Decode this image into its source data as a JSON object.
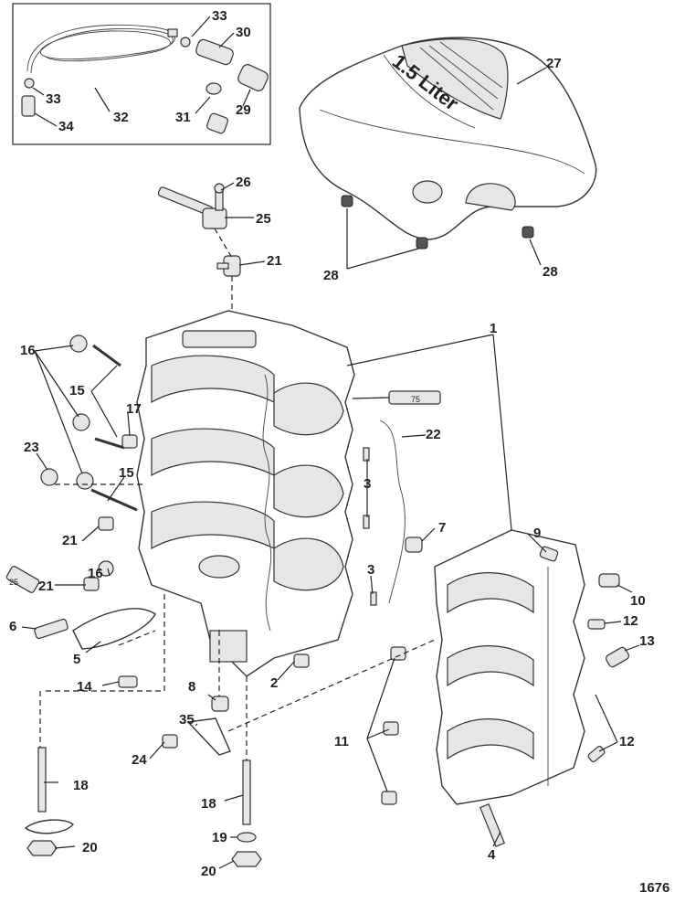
{
  "figure_id": "1676",
  "cover_text": "1.5 Liter",
  "tube_text": "75",
  "tube_text_2": "25",
  "callouts": [
    {
      "key": "c33a",
      "text": "33"
    },
    {
      "key": "c30",
      "text": "30"
    },
    {
      "key": "c33b",
      "text": "33"
    },
    {
      "key": "c34",
      "text": "34"
    },
    {
      "key": "c32",
      "text": "32"
    },
    {
      "key": "c31",
      "text": "31"
    },
    {
      "key": "c29",
      "text": "29"
    },
    {
      "key": "c27",
      "text": "27"
    },
    {
      "key": "c26",
      "text": "26"
    },
    {
      "key": "c25",
      "text": "25"
    },
    {
      "key": "c21a",
      "text": "21"
    },
    {
      "key": "c28a",
      "text": "28"
    },
    {
      "key": "c28b",
      "text": "28"
    },
    {
      "key": "c1",
      "text": "1"
    },
    {
      "key": "c16a",
      "text": "16"
    },
    {
      "key": "c15a",
      "text": "15"
    },
    {
      "key": "c17",
      "text": "17"
    },
    {
      "key": "c22",
      "text": "22"
    },
    {
      "key": "c23",
      "text": "23"
    },
    {
      "key": "c15b",
      "text": "15"
    },
    {
      "key": "c3a",
      "text": "3"
    },
    {
      "key": "c21b",
      "text": "21"
    },
    {
      "key": "c7",
      "text": "7"
    },
    {
      "key": "c9",
      "text": "9"
    },
    {
      "key": "c16b",
      "text": "16"
    },
    {
      "key": "c21c",
      "text": "21"
    },
    {
      "key": "c3b",
      "text": "3"
    },
    {
      "key": "c10",
      "text": "10"
    },
    {
      "key": "c12a",
      "text": "12"
    },
    {
      "key": "c6",
      "text": "6"
    },
    {
      "key": "c13",
      "text": "13"
    },
    {
      "key": "c5",
      "text": "5"
    },
    {
      "key": "c2",
      "text": "2"
    },
    {
      "key": "c14",
      "text": "14"
    },
    {
      "key": "c8",
      "text": "8"
    },
    {
      "key": "c12b",
      "text": "12"
    },
    {
      "key": "c35",
      "text": "35"
    },
    {
      "key": "c11",
      "text": "11"
    },
    {
      "key": "c24",
      "text": "24"
    },
    {
      "key": "c18a",
      "text": "18"
    },
    {
      "key": "c18b",
      "text": "18"
    },
    {
      "key": "c19",
      "text": "19"
    },
    {
      "key": "c20a",
      "text": "20"
    },
    {
      "key": "c20b",
      "text": "20"
    },
    {
      "key": "c4",
      "text": "4"
    }
  ]
}
